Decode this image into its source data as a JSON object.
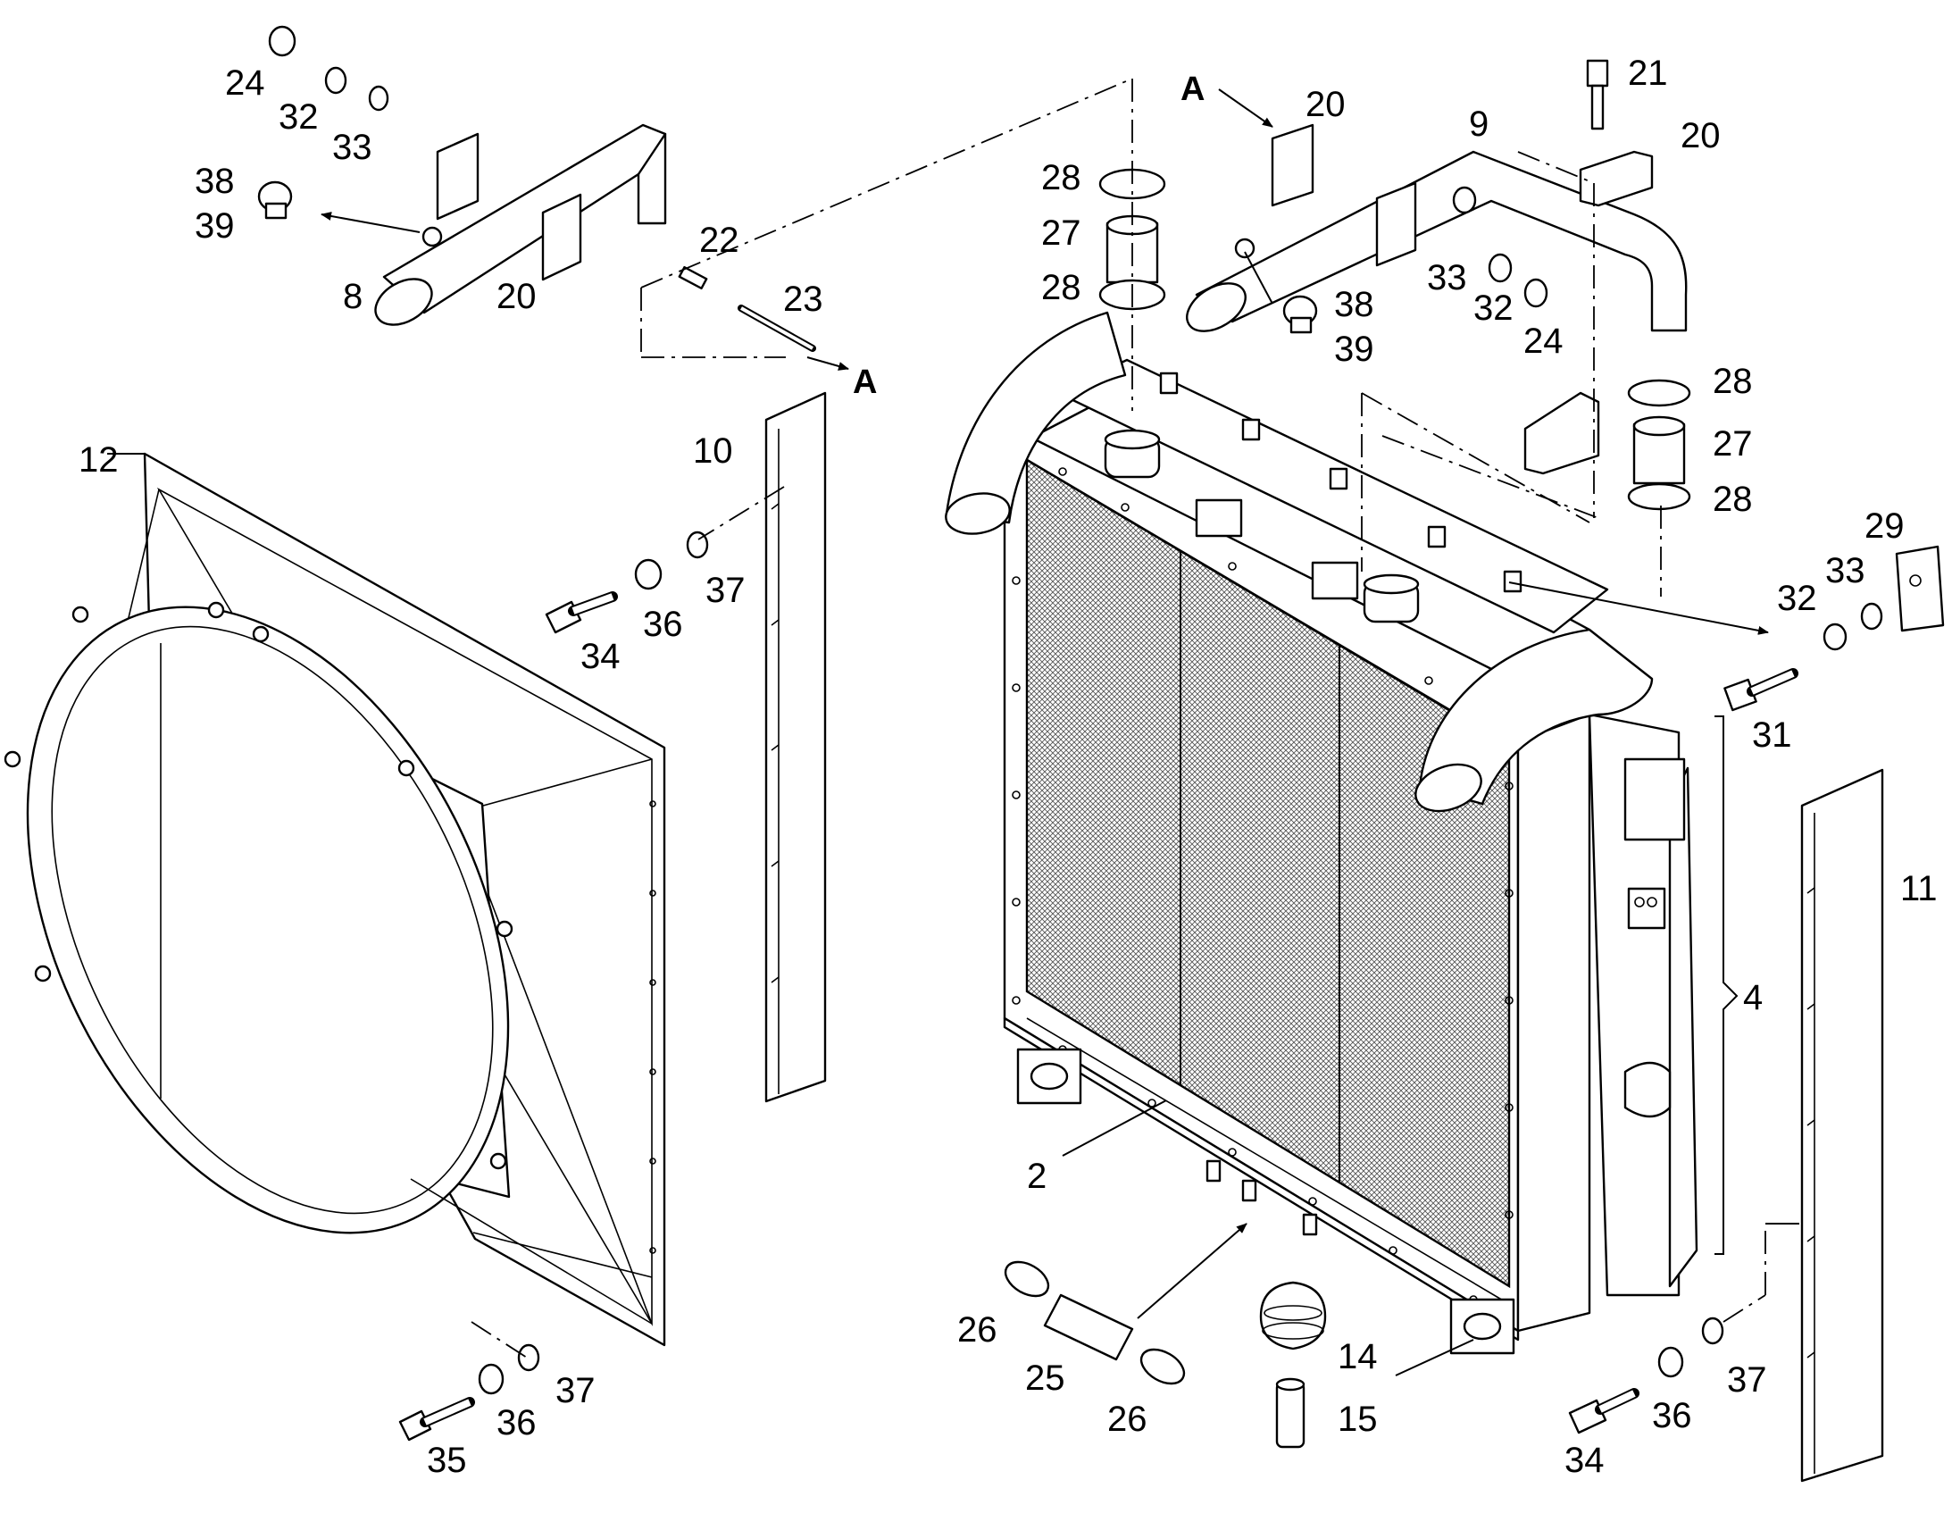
{
  "diagram": {
    "callouts": {
      "c2": "2",
      "c4": "4",
      "c8": "8",
      "c9": "9",
      "c10": "10",
      "c11": "11",
      "c12": "12",
      "c14": "14",
      "c15": "15",
      "c20a": "20",
      "c20b": "20",
      "c20c": "20",
      "c21": "21",
      "c22": "22",
      "c23": "23",
      "c24a": "24",
      "c24b": "24",
      "c25": "25",
      "c26a": "26",
      "c26b": "26",
      "c27a": "27",
      "c27b": "27",
      "c28a": "28",
      "c28b": "28",
      "c28c": "28",
      "c28d": "28",
      "c29": "29",
      "c31": "31",
      "c32a": "32",
      "c32b": "32",
      "c32c": "32",
      "c33a": "33",
      "c33b": "33",
      "c33c": "33",
      "c34a": "34",
      "c34b": "34",
      "c35": "35",
      "c36a": "36",
      "c36b": "36",
      "c36c": "36",
      "c37a": "37",
      "c37b": "37",
      "c37c": "37",
      "c38a": "38",
      "c38b": "38",
      "c39a": "39",
      "c39b": "39"
    },
    "reference_markers": {
      "a_top": "A",
      "a_bottom": "A"
    }
  }
}
